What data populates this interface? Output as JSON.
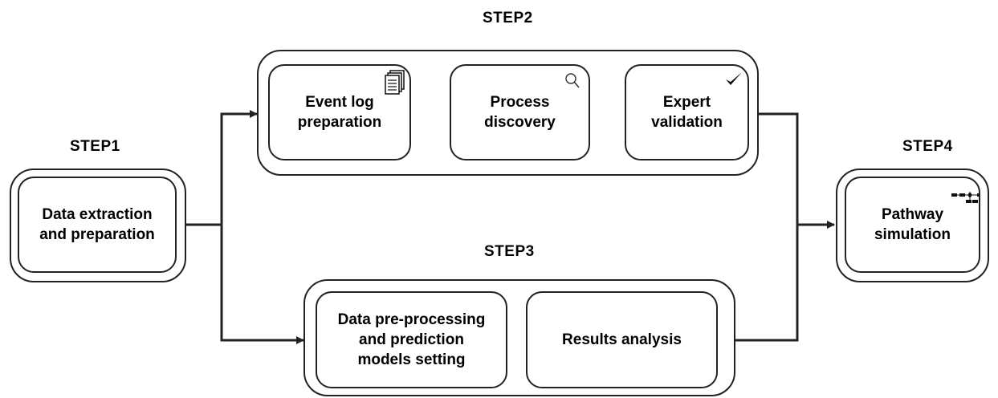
{
  "steps": {
    "step1": {
      "label": "STEP1",
      "box": "Data extraction\nand preparation"
    },
    "step2": {
      "label": "STEP2",
      "boxes": [
        {
          "text": "Event log\npreparation",
          "icon": "documents-stack-icon"
        },
        {
          "text": "Process\ndiscovery",
          "icon": "magnifier-icon"
        },
        {
          "text": "Expert\nvalidation",
          "icon": "checkmark-icon"
        }
      ]
    },
    "step3": {
      "label": "STEP3",
      "boxes": [
        {
          "text": "Data pre-processing\nand prediction\nmodels setting"
        },
        {
          "text": "Results analysis"
        }
      ]
    },
    "step4": {
      "label": "STEP4",
      "box": "Pathway\nsimulation",
      "icon": "process-flow-icon"
    }
  },
  "colors": {
    "stroke": "#222222",
    "background": "#ffffff"
  }
}
